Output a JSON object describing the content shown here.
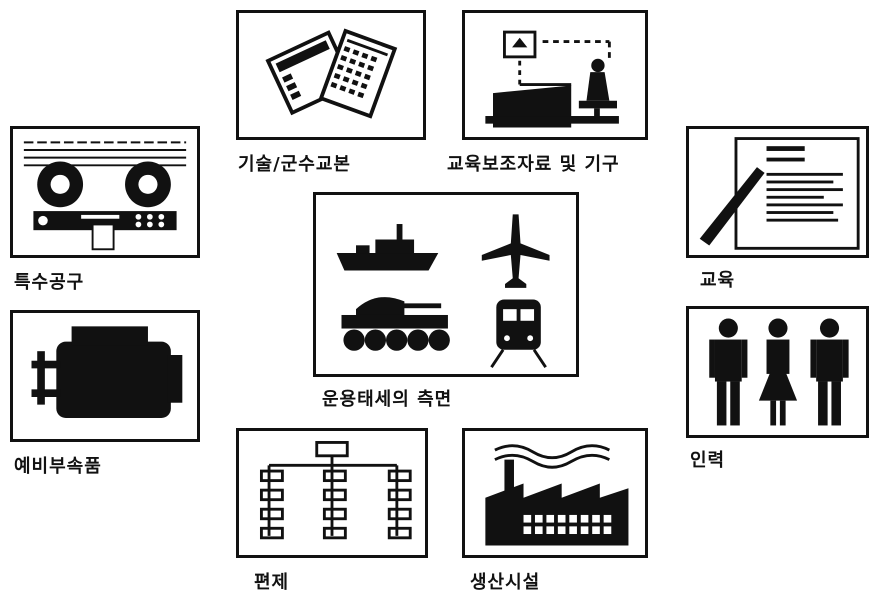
{
  "center": {
    "label": "운용태세의 측면"
  },
  "panels": {
    "technical_manuals": {
      "label": "기술/군수교본"
    },
    "training_aids": {
      "label": "교육보조자료 및 기구"
    },
    "special_tools": {
      "label": "특수공구"
    },
    "education": {
      "label": "교육"
    },
    "spare_parts": {
      "label": "예비부속품"
    },
    "manpower": {
      "label": "인력"
    },
    "organization": {
      "label": "편제"
    },
    "production": {
      "label": "생산시설"
    }
  },
  "icons": {
    "manuals": "manuals-icon",
    "trainer": "training-console-icon",
    "tape_recorder": "reel-to-reel-icon",
    "document": "document-pen-icon",
    "engine": "engine-icon",
    "people": "people-icon",
    "org_chart": "org-chart-icon",
    "factory": "factory-icon",
    "ship": "ship-icon",
    "airplane": "airplane-icon",
    "tank": "tank-icon",
    "train": "train-icon"
  },
  "colors": {
    "ink": "#111111",
    "paper": "#ffffff"
  }
}
